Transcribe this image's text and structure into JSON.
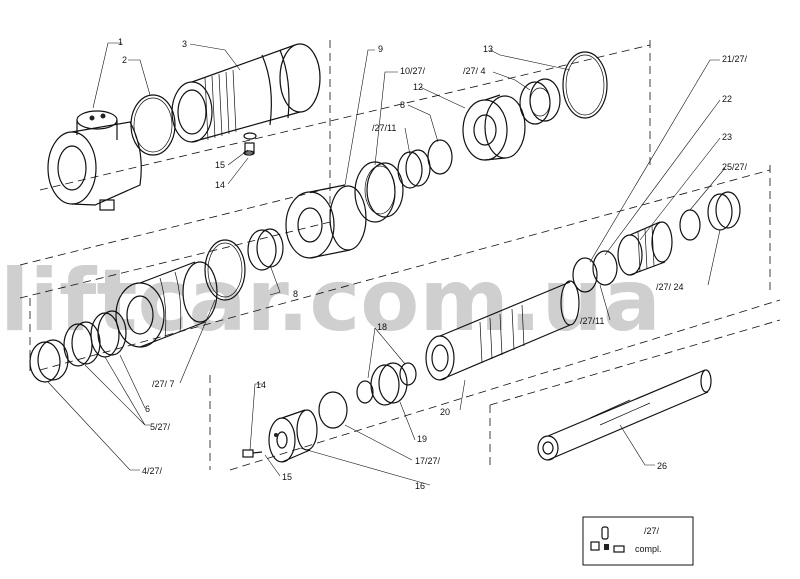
{
  "watermark": "liftcar.com.ua",
  "labels": {
    "l1": "1",
    "l2": "2",
    "l3": "3",
    "l15a": "15",
    "l14a": "14",
    "l9": "9",
    "l10": "10/27/",
    "l13": "13",
    "l274": "/27/ 4",
    "l12": "12",
    "l8a": "8",
    "l2711a": "/27/11",
    "l2127": "21/27/",
    "l22": "22",
    "l23": "23",
    "l2527": "25/27/",
    "l8b": "8",
    "l27_24": "/27/  24",
    "l2711b": "/27/11",
    "l6": "6",
    "l527": "5/27/",
    "l427": "4/27/",
    "l277": "/27/ 7",
    "l18": "18",
    "l19": "19",
    "l20": "20",
    "l14b": "14",
    "l15b": "15",
    "l16": "16",
    "l1727": "17/27/",
    "l26": "26"
  },
  "kit_box": {
    "code": "/27/",
    "text": "compl."
  }
}
